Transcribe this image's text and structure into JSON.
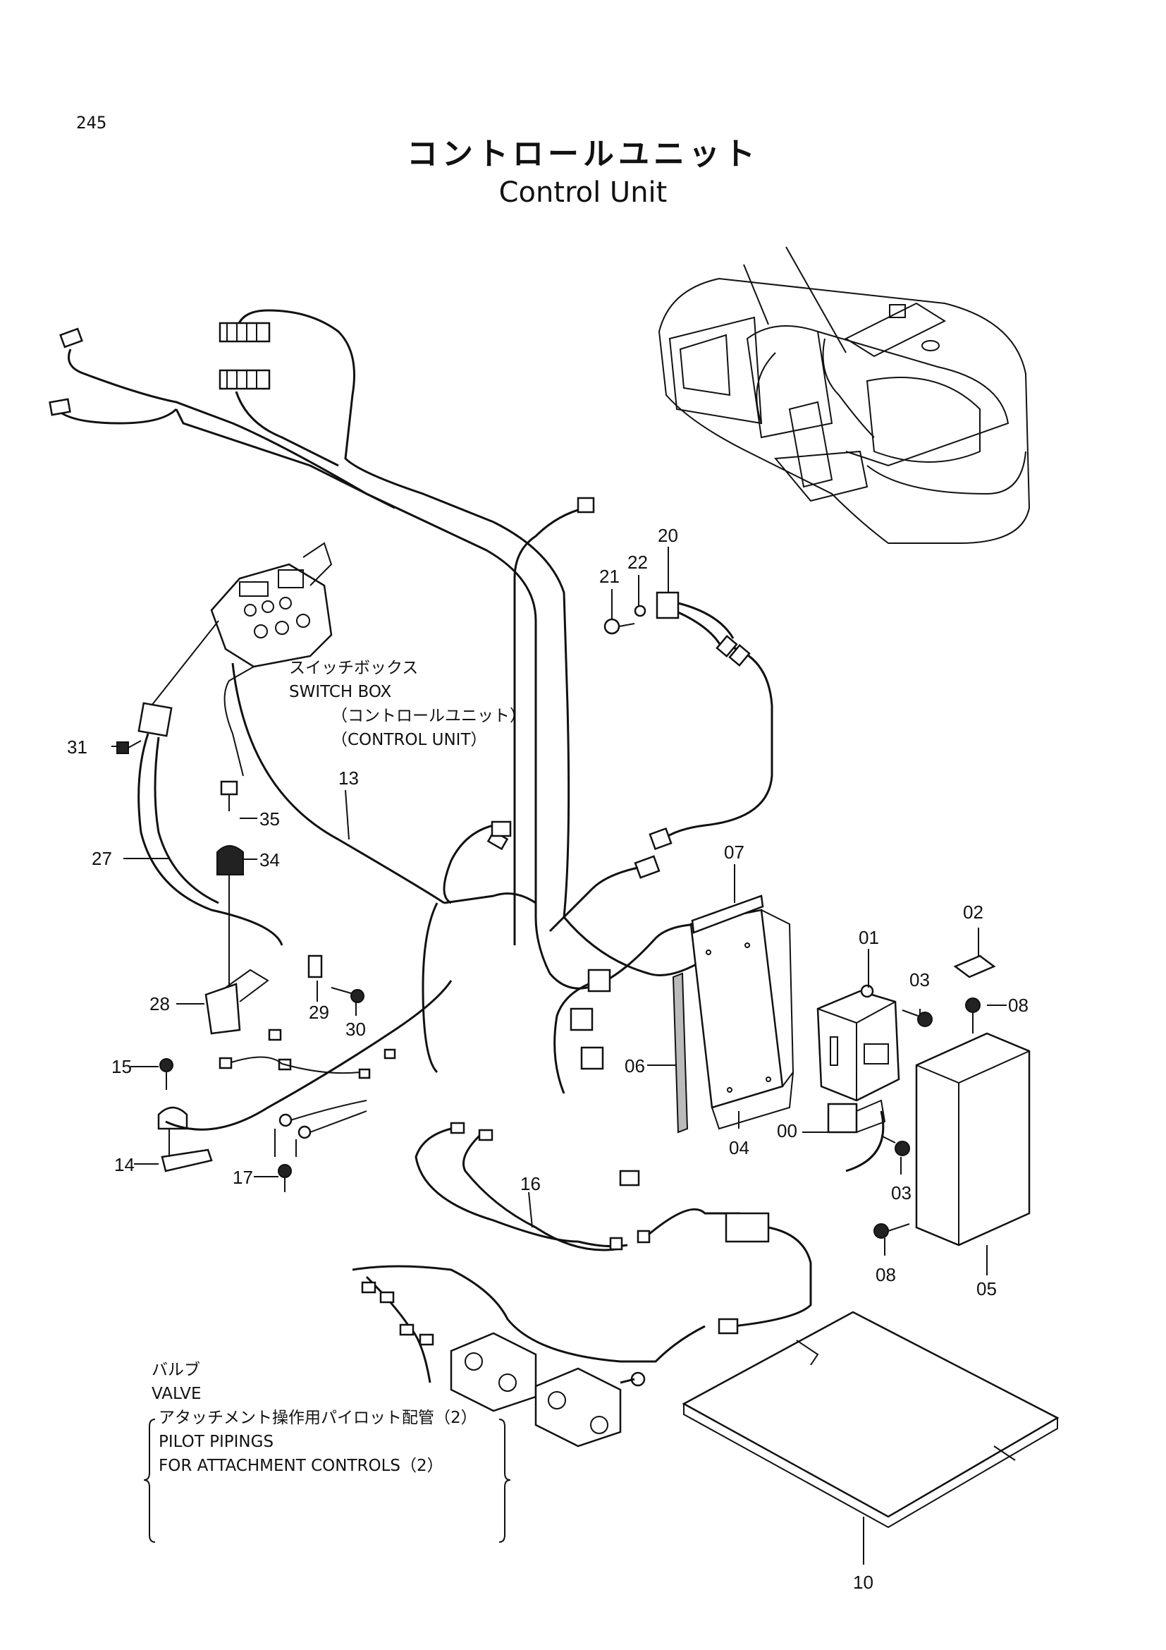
{
  "page_number": "245",
  "title_ja": "コントロールユニット",
  "title_en": "Control Unit",
  "callouts": {
    "switch_box": [
      "スイッチボックス",
      "SWITCH BOX",
      "（コントロールユニット）",
      "（CONTROL UNIT）"
    ],
    "valve": [
      "バルブ",
      "VALVE",
      "アタッチメント操作用パイロット配管（2）",
      "PILOT PIPINGS",
      "FOR ATTACHMENT CONTROLS（2）"
    ]
  },
  "part_labels": {
    "p00": "00",
    "p01": "01",
    "p02": "02",
    "p03a": "03",
    "p03b": "03",
    "p04": "04",
    "p05": "05",
    "p06": "06",
    "p07": "07",
    "p08a": "08",
    "p08b": "08",
    "p10": "10",
    "p13": "13",
    "p14": "14",
    "p15": "15",
    "p16": "16",
    "p17": "17",
    "p20": "20",
    "p21": "21",
    "p22": "22",
    "p27": "27",
    "p28": "28",
    "p29": "29",
    "p30": "30",
    "p31": "31",
    "p34": "34",
    "p35": "35"
  }
}
